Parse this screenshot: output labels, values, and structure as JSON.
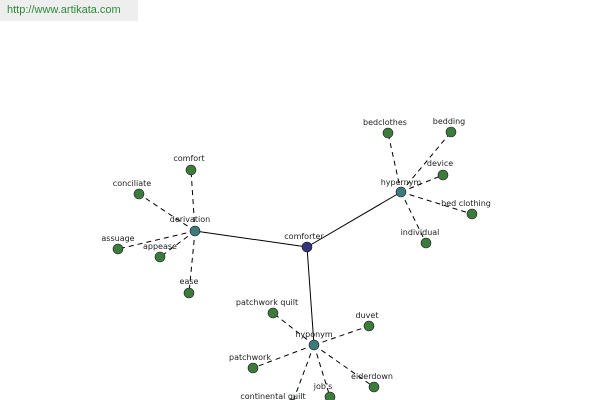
{
  "url": "http://www.artikata.com",
  "colors": {
    "center": "#33337a",
    "relation": "#3d7a7a",
    "leaf": "#3d7a3d",
    "url_text": "#2e8b3a",
    "url_bg": "#eeeeee"
  },
  "nodes": [
    {
      "id": "comforter",
      "label": "comforter",
      "kind": "center"
    },
    {
      "id": "derivation",
      "label": "derivation",
      "kind": "relation"
    },
    {
      "id": "hypernym",
      "label": "hypernym",
      "kind": "relation"
    },
    {
      "id": "hyponym",
      "label": "hyponym",
      "kind": "relation"
    },
    {
      "id": "comfort",
      "label": "comfort",
      "kind": "leaf"
    },
    {
      "id": "conciliate",
      "label": "conciliate",
      "kind": "leaf"
    },
    {
      "id": "assuage",
      "label": "assuage",
      "kind": "leaf"
    },
    {
      "id": "appease",
      "label": "appease",
      "kind": "leaf"
    },
    {
      "id": "ease",
      "label": "ease",
      "kind": "leaf"
    },
    {
      "id": "bedclothes",
      "label": "bedclothes",
      "kind": "leaf"
    },
    {
      "id": "bedding",
      "label": "bedding",
      "kind": "leaf"
    },
    {
      "id": "device",
      "label": "device",
      "kind": "leaf"
    },
    {
      "id": "bed-clothing",
      "label": "bed clothing",
      "kind": "leaf"
    },
    {
      "id": "individual",
      "label": "individual",
      "kind": "leaf"
    },
    {
      "id": "patchwork-quilt",
      "label": "patchwork quilt",
      "kind": "leaf"
    },
    {
      "id": "duvet",
      "label": "duvet",
      "kind": "leaf"
    },
    {
      "id": "patchwork",
      "label": "patchwork",
      "kind": "leaf"
    },
    {
      "id": "eiderdown",
      "label": "eiderdown",
      "kind": "leaf"
    },
    {
      "id": "continental-quilt",
      "label": "continental quilt",
      "kind": "leaf"
    },
    {
      "id": "jobs",
      "label": "job's",
      "kind": "leaf"
    }
  ],
  "edges": [
    {
      "from": "comforter",
      "to": "derivation",
      "style": "solid"
    },
    {
      "from": "comforter",
      "to": "hypernym",
      "style": "solid"
    },
    {
      "from": "comforter",
      "to": "hyponym",
      "style": "solid"
    },
    {
      "from": "derivation",
      "to": "comfort",
      "style": "dashed"
    },
    {
      "from": "derivation",
      "to": "conciliate",
      "style": "dashed"
    },
    {
      "from": "derivation",
      "to": "assuage",
      "style": "dashed"
    },
    {
      "from": "derivation",
      "to": "appease",
      "style": "dashed"
    },
    {
      "from": "derivation",
      "to": "ease",
      "style": "dashed"
    },
    {
      "from": "hypernym",
      "to": "bedclothes",
      "style": "dashed"
    },
    {
      "from": "hypernym",
      "to": "bedding",
      "style": "dashed"
    },
    {
      "from": "hypernym",
      "to": "device",
      "style": "dashed"
    },
    {
      "from": "hypernym",
      "to": "bed-clothing",
      "style": "dashed"
    },
    {
      "from": "hypernym",
      "to": "individual",
      "style": "dashed"
    },
    {
      "from": "hyponym",
      "to": "patchwork-quilt",
      "style": "dashed"
    },
    {
      "from": "hyponym",
      "to": "duvet",
      "style": "dashed"
    },
    {
      "from": "hyponym",
      "to": "patchwork",
      "style": "dashed"
    },
    {
      "from": "hyponym",
      "to": "eiderdown",
      "style": "dashed"
    },
    {
      "from": "hyponym",
      "to": "continental-quilt",
      "style": "dashed"
    },
    {
      "from": "hyponym",
      "to": "jobs",
      "style": "dashed"
    }
  ]
}
